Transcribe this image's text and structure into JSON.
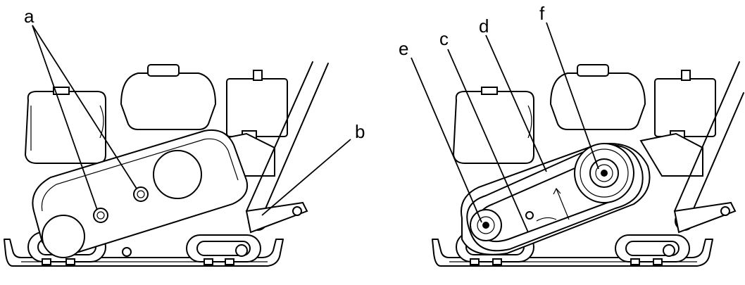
{
  "callouts": {
    "a": "a",
    "b": "b",
    "c": "c",
    "d": "d",
    "e": "e",
    "f": "f"
  },
  "colors": {
    "line": "#000000",
    "background": "#ffffff"
  },
  "views": [
    "left-view-covered",
    "right-view-belt-exposed"
  ]
}
